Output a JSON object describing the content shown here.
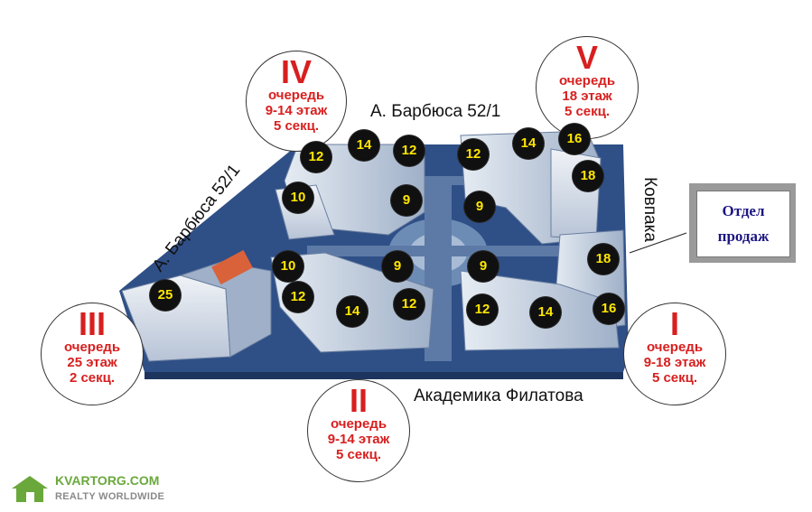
{
  "streets": {
    "top": "А. Барбюса 52/1",
    "left": "А. Барбюса 52/1",
    "right": "Ковпака",
    "bottom": "Академика Филатова"
  },
  "phases": [
    {
      "id": "IV",
      "roman": "IV",
      "line1": "очередь",
      "line2": "9-14 этаж",
      "line3": "5 секц."
    },
    {
      "id": "V",
      "roman": "V",
      "line1": "очередь",
      "line2": "18 этаж",
      "line3": "5 секц."
    },
    {
      "id": "III",
      "roman": "III",
      "line1": "очередь",
      "line2": "25 этаж",
      "line3": "2 секц."
    },
    {
      "id": "II",
      "roman": "II",
      "line1": "очередь",
      "line2": "9-14 этаж",
      "line3": "5 секц."
    },
    {
      "id": "I",
      "roman": "I",
      "line1": "очередь",
      "line2": "9-18 этаж",
      "line3": "5 секц."
    }
  ],
  "floor_badges": [
    "12",
    "14",
    "12",
    "10",
    "9",
    "12",
    "14",
    "16",
    "18",
    "9",
    "10",
    "9",
    "12",
    "12",
    "25",
    "9",
    "18",
    "12",
    "14",
    "16"
  ],
  "sales_office": {
    "line1": "Отдел",
    "line2": "продаж"
  },
  "watermark": {
    "site": "KVARTORG.COM",
    "tagline": "REALTY WORLDWIDE"
  },
  "colors": {
    "phase_text": "#d81f1f",
    "badge_bg": "#101010",
    "badge_text": "#ffe600",
    "sales_text": "#1c1582",
    "ground": "#3d5f96",
    "building": "#cfd8e4"
  }
}
